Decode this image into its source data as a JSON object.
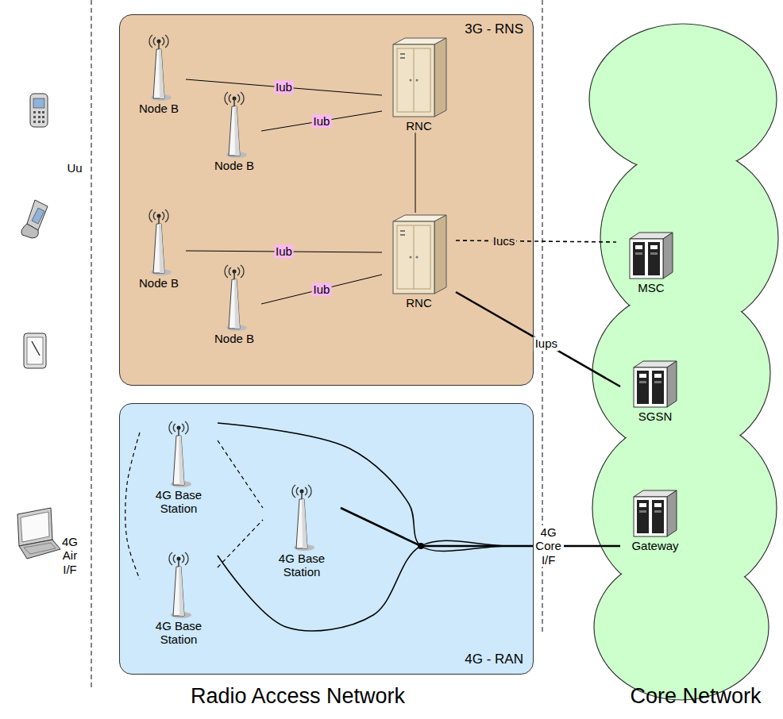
{
  "diagram": {
    "nodes": [
      {
        "text": [
          "3G - RNS"
        ]
      },
      {
        "text": [
          "Node B"
        ],
        "in": 0
      },
      {
        "text": [
          "Node B"
        ],
        "in": 0
      },
      {
        "text": [
          "RNC"
        ],
        "in": 0
      },
      {
        "text": [
          "Node B"
        ],
        "in": 0
      },
      {
        "text": [
          "Node B"
        ],
        "in": 0
      },
      {
        "text": [
          "RNC"
        ],
        "in": 0
      },
      {
        "text": [
          "4G - RAN"
        ]
      },
      {
        "text": [
          "4G Base Station"
        ],
        "in": 7
      },
      {
        "text": [
          "4G Base Station"
        ],
        "in": 7
      },
      {
        "text": [
          "4G Base Station"
        ],
        "in": 7
      },
      {
        "text": [
          "MSC"
        ]
      },
      {
        "text": [
          "SGSN"
        ]
      },
      {
        "text": [
          "Gateway"
        ]
      }
    ],
    "edges": [
      {
        "from": 1,
        "to": 3,
        "arrow": "none",
        "label": "Iub"
      },
      {
        "from": 2,
        "to": 3,
        "arrow": "none",
        "label": "Iub"
      },
      {
        "from": 4,
        "to": 6,
        "arrow": "none",
        "label": "Iub"
      },
      {
        "from": 5,
        "to": 6,
        "arrow": "none",
        "label": "Iub"
      },
      {
        "from": 3,
        "to": 6,
        "arrow": "none"
      },
      {
        "from": 6,
        "to": 11,
        "arrow": "none",
        "label": "Iucs"
      },
      {
        "from": 6,
        "to": 12,
        "arrow": "none",
        "label": "Iups"
      },
      {
        "from": 8,
        "to": 9,
        "arrow": "none"
      },
      {
        "from": 10,
        "to": 9,
        "arrow": "none"
      },
      {
        "from": 8,
        "to": 10,
        "arrow": "none"
      },
      {
        "from": 8,
        "to": 13,
        "arrow": "none"
      },
      {
        "from": 9,
        "to": 13,
        "arrow": "none",
        "label": "4G Core I/F"
      },
      {
        "from": 10,
        "to": 13,
        "arrow": "none"
      }
    ],
    "labels": [
      "Uu",
      "4G Air I/F",
      "Radio Access Network",
      "Core Network"
    ]
  }
}
